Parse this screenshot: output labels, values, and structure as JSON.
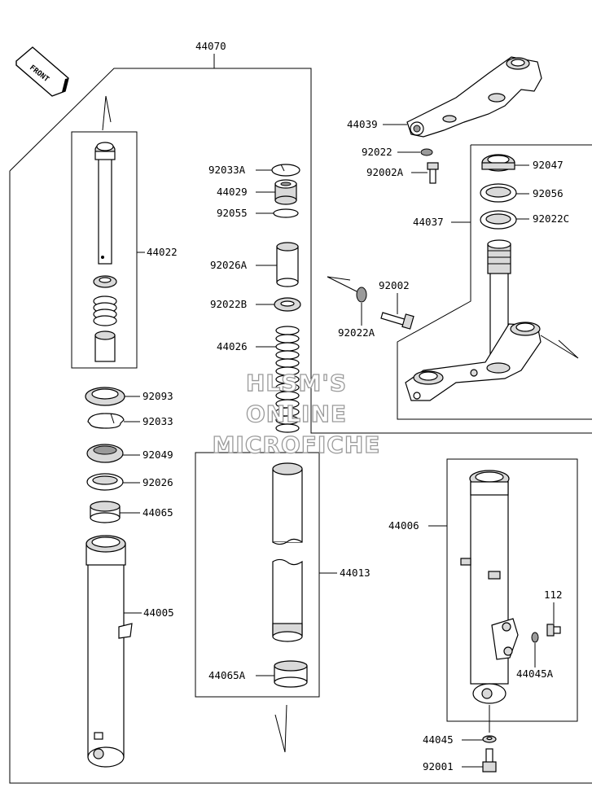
{
  "watermark": {
    "line1": "HLSM'S",
    "line2": "ONLINE",
    "line3": "MICROFICHE"
  },
  "front_arrow": {
    "text": "FRONT"
  },
  "labels": {
    "p44070": "44070",
    "p44039": "44039",
    "p92022": "92022",
    "p92002A": "92002A",
    "p92047": "92047",
    "p92056": "92056",
    "p44037": "44037",
    "p92022C": "92022C",
    "p92002": "92002",
    "p92022A": "92022A",
    "p92033A": "92033A",
    "p44029": "44029",
    "p92055": "92055",
    "p92026A": "92026A",
    "p92022B": "92022B",
    "p44026": "44026",
    "p44022": "44022",
    "p92093": "92093",
    "p92033": "92033",
    "p92049": "92049",
    "p92026": "92026",
    "p44065": "44065",
    "p44005": "44005",
    "p44013": "44013",
    "p44065A": "44065A",
    "p44006": "44006",
    "p112": "112",
    "p44045A": "44045A",
    "p44045": "44045",
    "p92001": "92001"
  }
}
